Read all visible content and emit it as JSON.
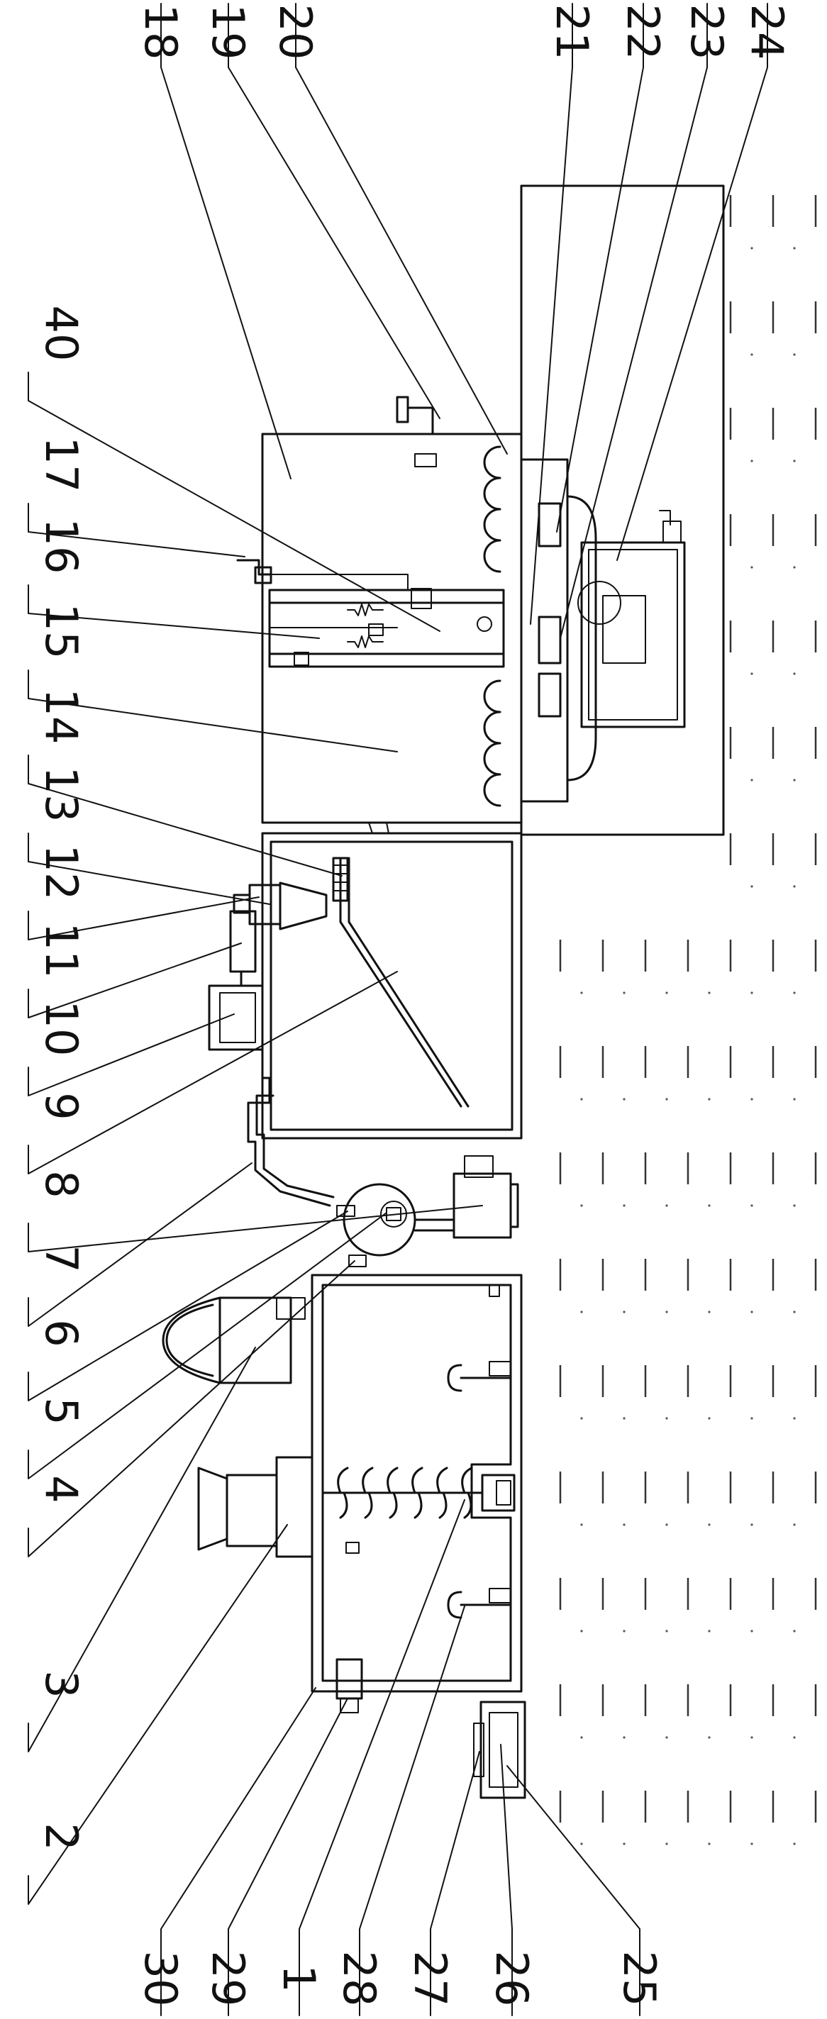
{
  "figure": {
    "orientation": "rotated-90-ccw",
    "line_color": "#111111",
    "background": "#ffffff"
  },
  "callouts": [
    {
      "label": "1"
    },
    {
      "label": "2"
    },
    {
      "label": "3"
    },
    {
      "label": "4"
    },
    {
      "label": "5"
    },
    {
      "label": "6"
    },
    {
      "label": "7"
    },
    {
      "label": "8"
    },
    {
      "label": "9"
    },
    {
      "label": "10"
    },
    {
      "label": "11"
    },
    {
      "label": "12"
    },
    {
      "label": "13"
    },
    {
      "label": "14"
    },
    {
      "label": "15"
    },
    {
      "label": "16"
    },
    {
      "label": "17"
    },
    {
      "label": "18"
    },
    {
      "label": "19"
    },
    {
      "label": "20"
    },
    {
      "label": "21"
    },
    {
      "label": "22"
    },
    {
      "label": "23"
    },
    {
      "label": "24"
    },
    {
      "label": "25"
    },
    {
      "label": "26"
    },
    {
      "label": "27"
    },
    {
      "label": "28"
    },
    {
      "label": "29"
    },
    {
      "label": "30"
    },
    {
      "label": "40"
    }
  ]
}
